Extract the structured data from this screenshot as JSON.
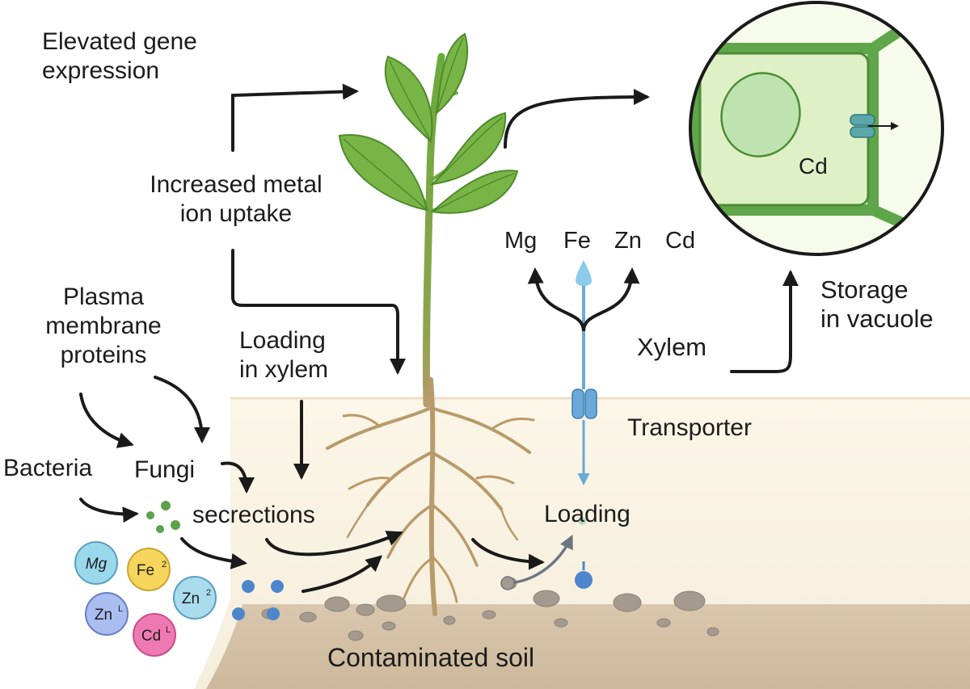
{
  "labels": {
    "elevated": "Elevated gene\nexpression",
    "increased": "Increased metal\nion uptake",
    "plasma": "Plasma\nmembrane\nproteins",
    "loading_xylem": "Loading\nin xylem",
    "bacteria": "Bacteria",
    "fungi": "Fungi",
    "secretions": "secrections",
    "loading": "Loading",
    "transporter": "Transporter",
    "xylem": "Xylem",
    "storage": "Storage\nin vacuole",
    "soil": "Contaminated soil",
    "cell_cd": "Cd"
  },
  "metals": [
    "Mg",
    "Fe",
    "Zn",
    "Cd"
  ],
  "ions": [
    {
      "name": "Mg",
      "sup": "",
      "color": "#9ad8ec"
    },
    {
      "name": "Fe",
      "sup": "2",
      "color": "#f6d55c"
    },
    {
      "name": "Zn",
      "sup": "2",
      "color": "#a9dcec"
    },
    {
      "name": "Zn",
      "sup": "L",
      "color": "#a9bdf0"
    },
    {
      "name": "Cd",
      "sup": "L",
      "color": "#ef79b3"
    }
  ],
  "colors": {
    "soil_top": "#faf4e6",
    "soil_bottom": "#dcc9b0",
    "leaf": "#79b546",
    "leaf_dark": "#4f8a2c",
    "root": "#b89b6a",
    "xylem_blue": "#6aa9d9",
    "cell_wall": "#5fa54a",
    "cell_fill": "#e4f3cf",
    "arrow": "#1a1a1a"
  }
}
